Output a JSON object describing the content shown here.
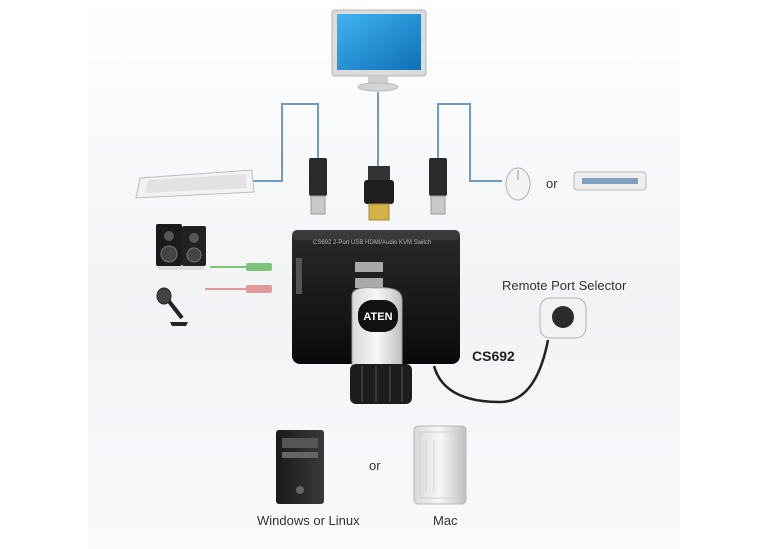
{
  "diagram": {
    "labels": {
      "or_top": "or",
      "remote_port_selector": "Remote Port Selector",
      "model": "CS692",
      "or_bottom": "or",
      "windows_linux": "Windows or Linux",
      "mac": "Mac"
    },
    "device": {
      "brand_logo": "ATEN",
      "front_text": "CS692 2-Port USB HDMI/Audio KVM Switch"
    },
    "colors": {
      "cable": "#6f9bc4",
      "audio_green": "#7cc47a",
      "audio_pink": "#e49a9a",
      "device_body": "#141414",
      "monitor_screen": "#1d8fd6"
    },
    "icons": [
      "monitor-icon",
      "keyboard-icon",
      "mouse-icon",
      "usb-hub-icon",
      "speakers-icon",
      "microphone-icon",
      "kvm-switch-icon",
      "remote-port-selector-icon",
      "pc-tower-icon",
      "mac-pro-icon"
    ]
  }
}
